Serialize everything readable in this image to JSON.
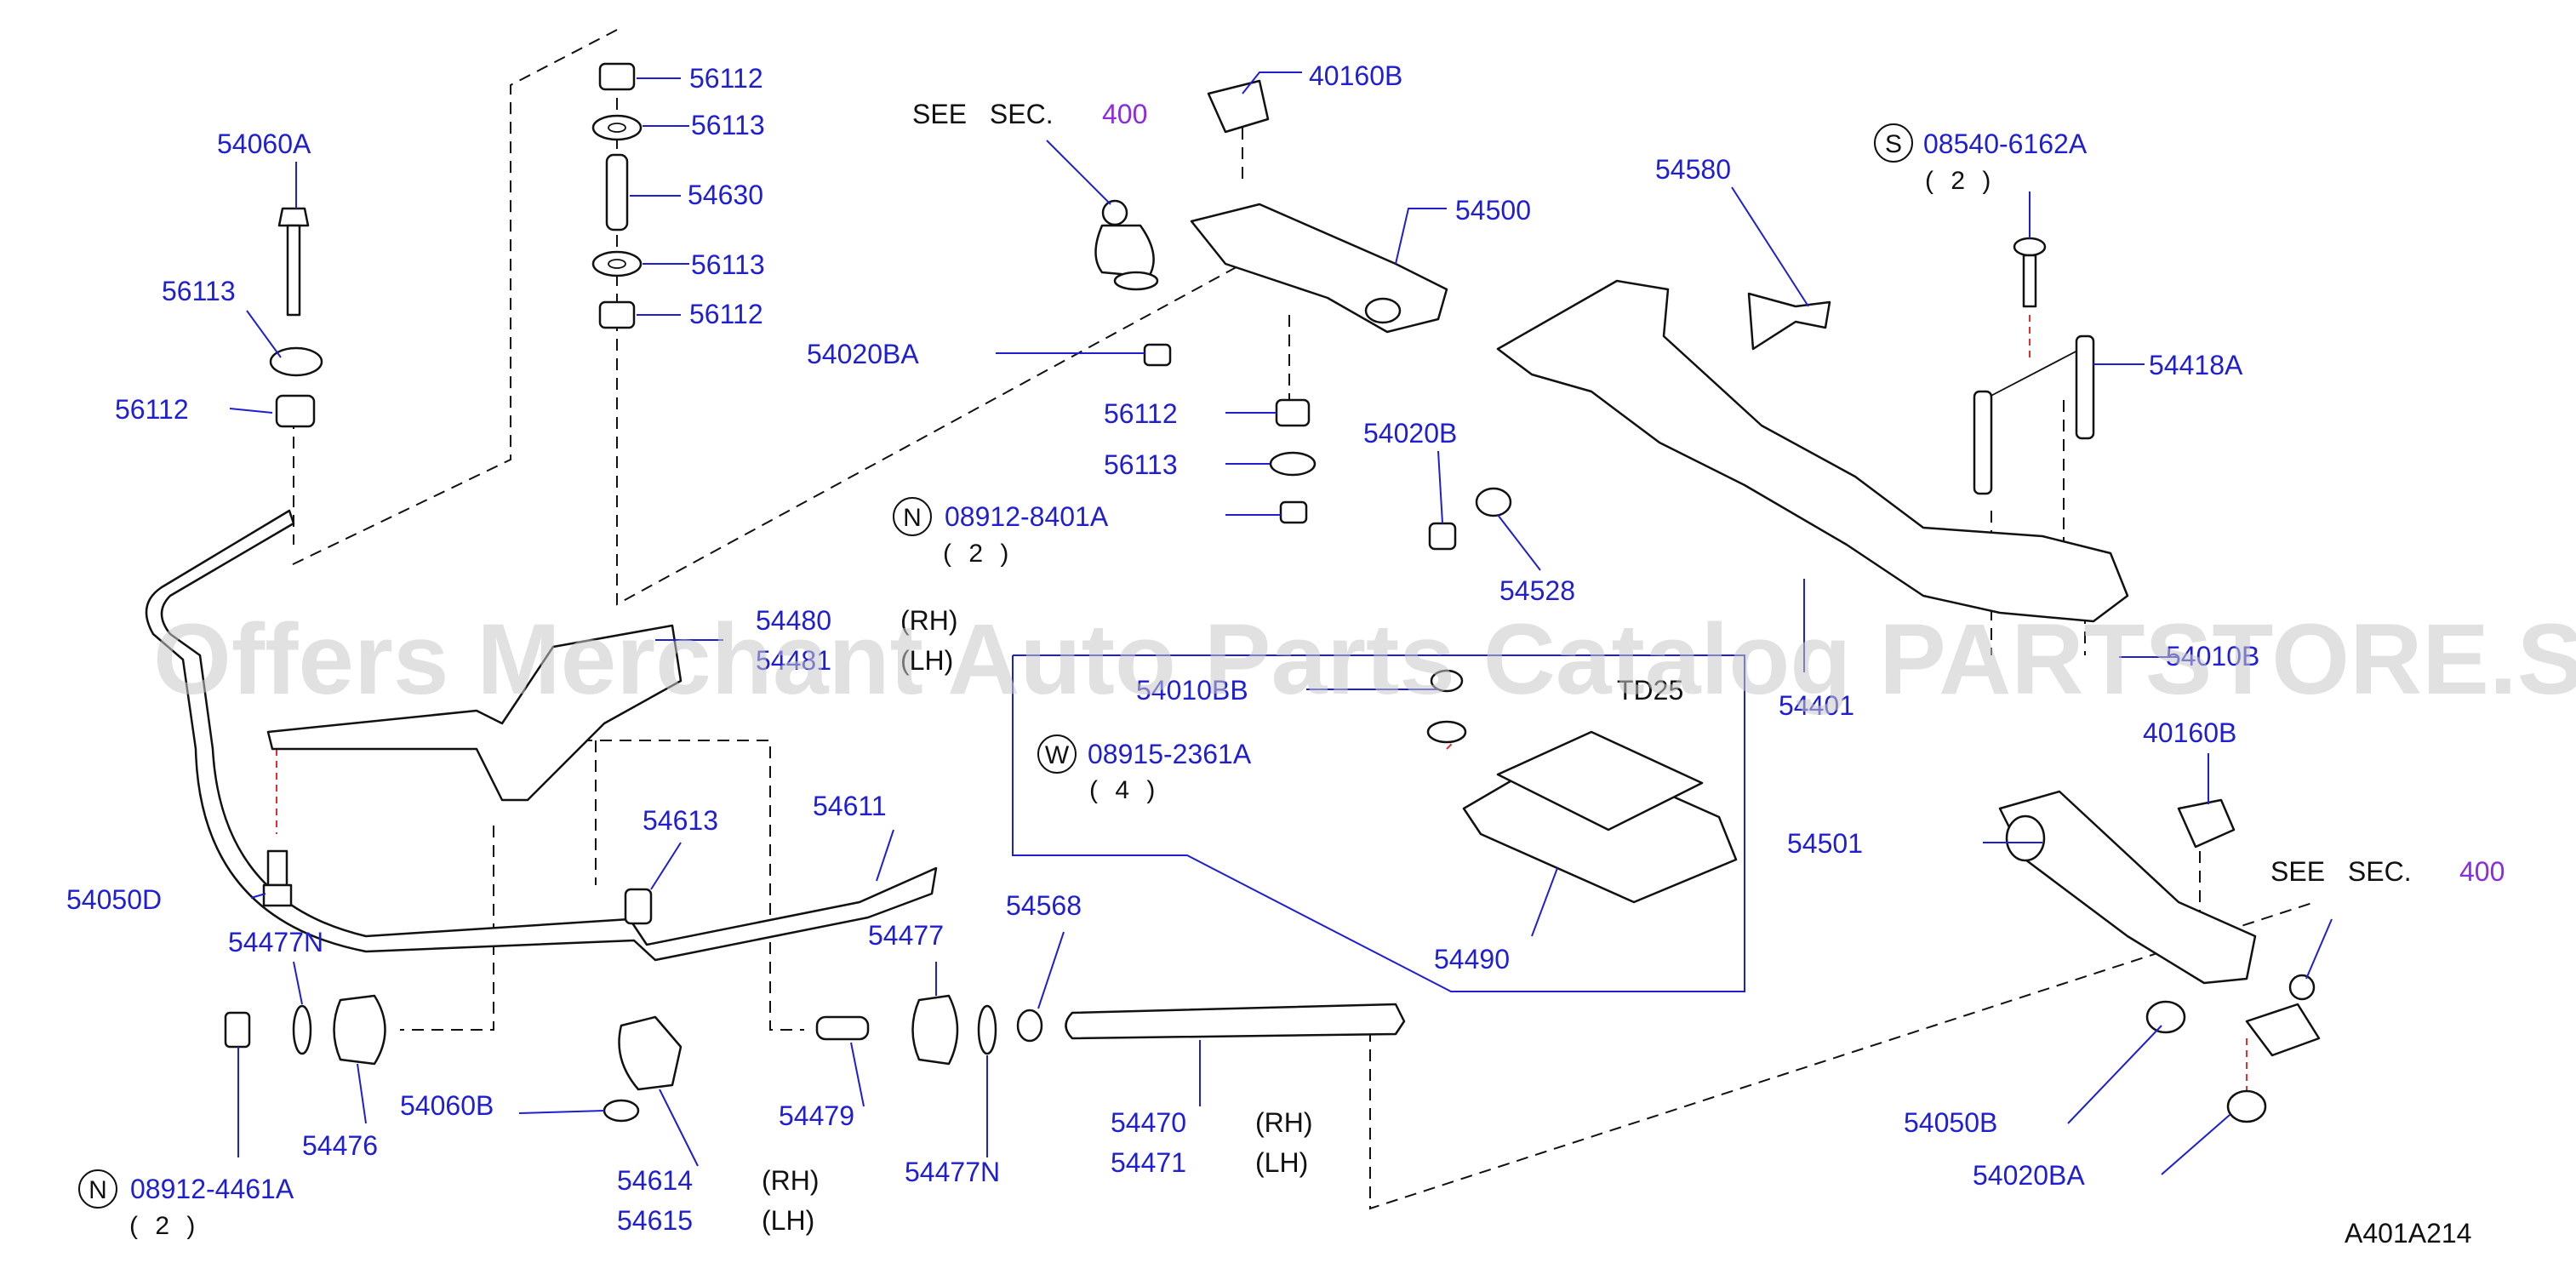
{
  "watermark": "Offers Merchant Auto Parts Catalog PARTSTORE.SA",
  "diagram_code": "A401A214",
  "see_sections": [
    {
      "text": "SEE SEC.",
      "number": "400"
    },
    {
      "text": "SEE SEC.",
      "number": "400"
    }
  ],
  "parts": {
    "p56112_top": "56112",
    "p56113_top": "56113",
    "p54630": "54630",
    "p56113_mid": "56113",
    "p56112_mid": "56112",
    "p54060A": "54060A",
    "p56113_left": "56113",
    "p56112_left": "56112",
    "p40160B_top": "40160B",
    "p54500": "54500",
    "p54020BA_top": "54020BA",
    "p56112_c": "56112",
    "p56113_c": "56113",
    "p08912_8401A": "08912-8401A",
    "p54020B": "54020B",
    "p54528": "54528",
    "p54580": "54580",
    "p08540_6162A": "08540-6162A",
    "p54418A": "54418A",
    "p54401": "54401",
    "p54480": "54480",
    "p54481": "54481",
    "p54010BB": "54010BB",
    "p08915_2361A": "08915-2361A",
    "p54490": "54490",
    "p54010B": "54010B",
    "p40160B_right": "40160B",
    "p54501": "54501",
    "p54050D": "54050D",
    "p54613": "54613",
    "p54611": "54611",
    "p54477N_left": "54477N",
    "p54476": "54476",
    "p54060B": "54060B",
    "p08912_4461A": "08912-4461A",
    "p54614": "54614",
    "p54615": "54615",
    "p54479": "54479",
    "p54477": "54477",
    "p54477N_right": "54477N",
    "p54568": "54568",
    "p54470": "54470",
    "p54471": "54471",
    "p54050B": "54050B",
    "p54020BA_bottom": "54020BA"
  },
  "qualifiers": {
    "rh": "(RH)",
    "lh": "(LH)",
    "td": "TD25"
  },
  "quantities": {
    "q08912_8401A": "( 2 )",
    "q08540_6162A": "( 2 )",
    "q08915_2361A": "( 4 )",
    "q08912_4461A": "( 2 )"
  },
  "circle_letters": {
    "N1": "N",
    "S": "S",
    "W": "W",
    "N2": "N"
  },
  "colors": {
    "part_number": "#1f1fcf",
    "section_ref": "#8a2be2",
    "watermark": "#c9c9c9"
  }
}
